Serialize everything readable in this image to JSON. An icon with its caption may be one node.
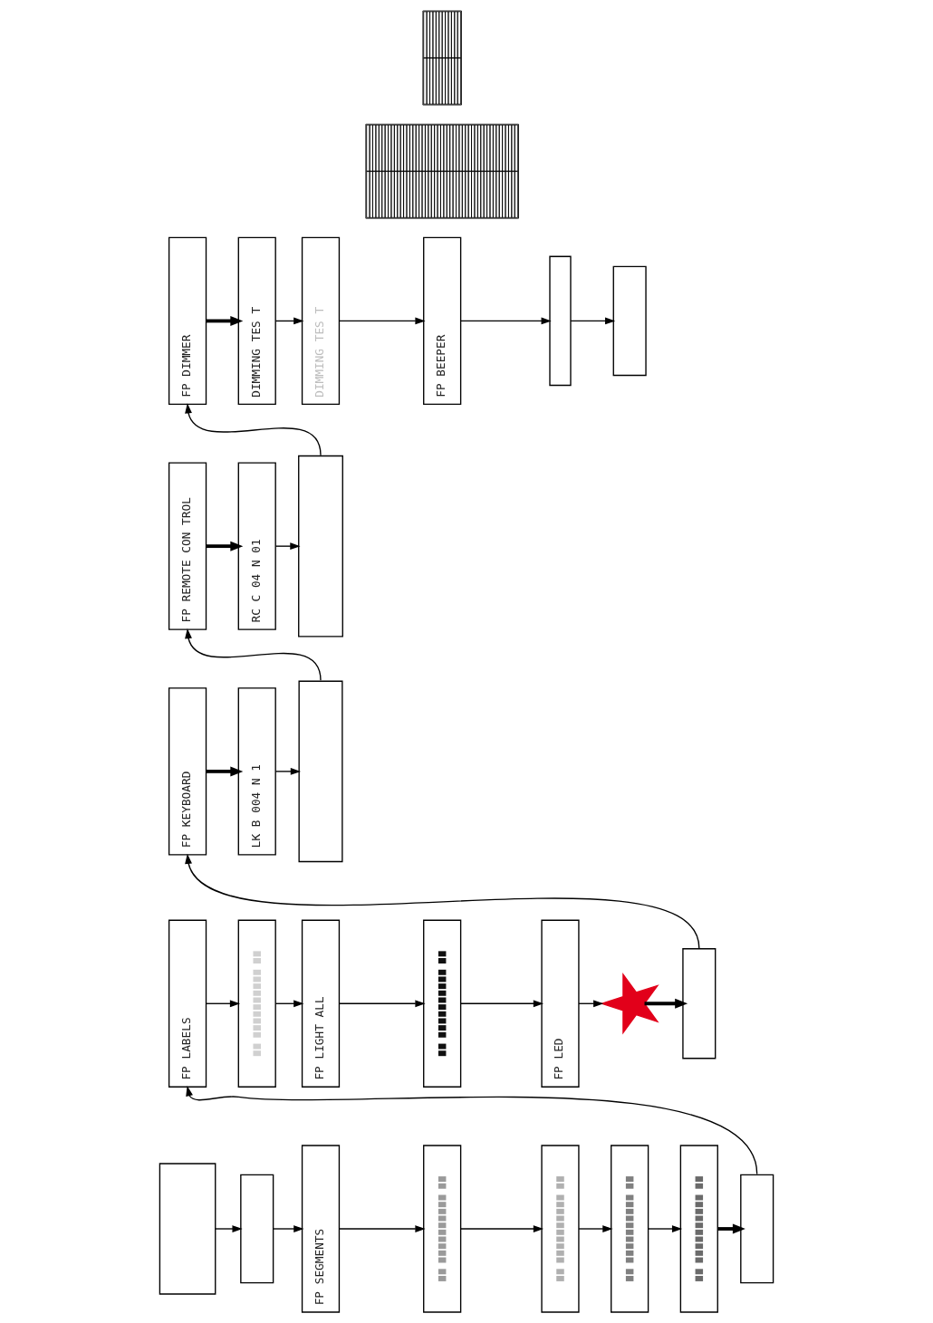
{
  "diagram": {
    "nodes": [
      {
        "text": [],
        "shape": "box"
      },
      {
        "text": [],
        "shape": "box"
      },
      {
        "text": [
          "FP SEGMENTS"
        ]
      },
      {
        "text": [],
        "shape": "picture"
      },
      {
        "text": [],
        "shape": "picture"
      },
      {
        "text": [],
        "shape": "picture"
      },
      {
        "text": [],
        "shape": "picture"
      },
      {
        "text": [],
        "shape": "box"
      },
      {
        "text": [
          "FP LABELS"
        ]
      },
      {
        "text": [],
        "shape": "picture"
      },
      {
        "text": [
          "FP LIGHT ALL"
        ]
      },
      {
        "text": [],
        "shape": "picture"
      },
      {
        "text": [
          "FP LED"
        ]
      },
      {
        "text": [],
        "shape": "picture"
      },
      {
        "text": [],
        "shape": "box"
      },
      {
        "text": [
          "FP KEYBOARD"
        ]
      },
      {
        "text": [
          "LK B 004 N 1"
        ]
      },
      {
        "text": [],
        "shape": "box"
      },
      {
        "text": [
          "FP REMOTE CON TROL"
        ]
      },
      {
        "text": [
          "RC C 04 N 01"
        ]
      },
      {
        "text": [],
        "shape": "box"
      },
      {
        "text": [
          "FP DIMMER"
        ]
      },
      {
        "text": [
          "DIMMING TES T"
        ]
      },
      {
        "text": [
          "DIMMING TES T"
        ]
      },
      {
        "text": [
          "FP BEEPER"
        ]
      },
      {
        "text": [],
        "shape": "box"
      },
      {
        "text": [],
        "shape": "box"
      },
      {
        "text": [],
        "shape": "table"
      },
      {
        "text": [],
        "shape": "table"
      }
    ],
    "edges": [
      {
        "from": 0,
        "to": 1,
        "arrow": "to"
      },
      {
        "from": 1,
        "to": 2,
        "arrow": "to"
      },
      {
        "from": 2,
        "to": 3,
        "arrow": "to"
      },
      {
        "from": 3,
        "to": 4,
        "arrow": "to"
      },
      {
        "from": 4,
        "to": 5,
        "arrow": "to"
      },
      {
        "from": 5,
        "to": 6,
        "arrow": "to"
      },
      {
        "from": 6,
        "to": 7,
        "arrow": "to",
        "style": "thick"
      },
      {
        "from": 7,
        "to": 8,
        "arrow": "to"
      },
      {
        "from": 8,
        "to": 9,
        "arrow": "to"
      },
      {
        "from": 9,
        "to": 10,
        "arrow": "to"
      },
      {
        "from": 10,
        "to": 11,
        "arrow": "to"
      },
      {
        "from": 11,
        "to": 12,
        "arrow": "to"
      },
      {
        "from": 12,
        "to": 13,
        "arrow": "to"
      },
      {
        "from": 13,
        "to": 14,
        "arrow": "to",
        "style": "thick"
      },
      {
        "from": 14,
        "to": 15,
        "arrow": "to"
      },
      {
        "from": 15,
        "to": 16,
        "arrow": "to",
        "style": "thick"
      },
      {
        "from": 16,
        "to": 17,
        "arrow": "to"
      },
      {
        "from": 17,
        "to": 18,
        "arrow": "to"
      },
      {
        "from": 18,
        "to": 19,
        "arrow": "to",
        "style": "thick"
      },
      {
        "from": 19,
        "to": 20,
        "arrow": "to"
      },
      {
        "from": 20,
        "to": 21,
        "arrow": "to"
      },
      {
        "from": 21,
        "to": 22,
        "arrow": "to",
        "style": "thick"
      },
      {
        "from": 22,
        "to": 23,
        "arrow": "to"
      },
      {
        "from": 23,
        "to": 24,
        "arrow": "to"
      },
      {
        "from": 24,
        "to": 25,
        "arrow": "to"
      },
      {
        "from": 25,
        "to": 26,
        "arrow": "to"
      }
    ]
  }
}
